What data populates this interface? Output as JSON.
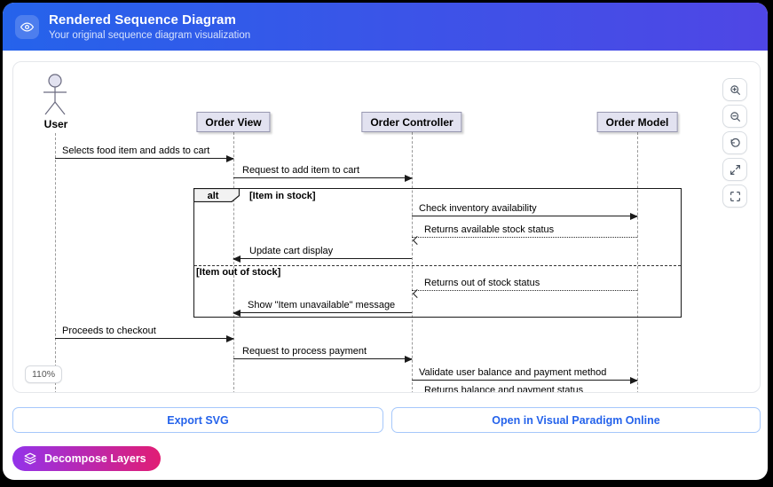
{
  "header": {
    "title": "Rendered Sequence Diagram",
    "subtitle": "Your original sequence diagram visualization",
    "icon": "eye-icon"
  },
  "viewer": {
    "zoom_level": "110%",
    "toolbar_icons": [
      "zoom-in",
      "zoom-out",
      "reset-view",
      "expand",
      "fullscreen"
    ]
  },
  "diagram": {
    "actor": "User",
    "participants": [
      "Order View",
      "Order Controller",
      "Order Model"
    ],
    "alt_frame": {
      "operator": "alt",
      "guards": [
        "[Item in stock]",
        "[Item out of stock]"
      ]
    },
    "messages": [
      {
        "label": "Selects food item and adds to cart",
        "from": "User",
        "to": "Order View",
        "type": "solid"
      },
      {
        "label": "Request to add item to cart",
        "from": "Order View",
        "to": "Order Controller",
        "type": "solid"
      },
      {
        "label": "Check inventory availability",
        "from": "Order Controller",
        "to": "Order Model",
        "type": "solid"
      },
      {
        "label": "Returns available stock status",
        "from": "Order Model",
        "to": "Order Controller",
        "type": "return"
      },
      {
        "label": "Update cart display",
        "from": "Order Controller",
        "to": "Order View",
        "type": "solid"
      },
      {
        "label": "Returns out of stock status",
        "from": "Order Model",
        "to": "Order Controller",
        "type": "return"
      },
      {
        "label": "Show \"Item unavailable\" message",
        "from": "Order Controller",
        "to": "Order View",
        "type": "solid"
      },
      {
        "label": "Proceeds to checkout",
        "from": "User",
        "to": "Order View",
        "type": "solid"
      },
      {
        "label": "Request to process payment",
        "from": "Order View",
        "to": "Order Controller",
        "type": "solid"
      },
      {
        "label": "Validate user balance and payment method",
        "from": "Order Controller",
        "to": "Order Model",
        "type": "solid"
      },
      {
        "label": "Returns balance and payment status",
        "from": "Order Model",
        "to": "Order Controller",
        "type": "return"
      }
    ]
  },
  "footer": {
    "export_label": "Export SVG",
    "open_label": "Open in Visual Paradigm Online",
    "decompose_label": "Decompose Layers"
  },
  "colors": {
    "header_gradient_start": "#2563eb",
    "header_gradient_end": "#4f46e5",
    "decompose_gradient_start": "#9333ea",
    "decompose_gradient_end": "#e11d74",
    "outline_button_text": "#2563eb",
    "participant_fill": "#e2e2f0"
  }
}
